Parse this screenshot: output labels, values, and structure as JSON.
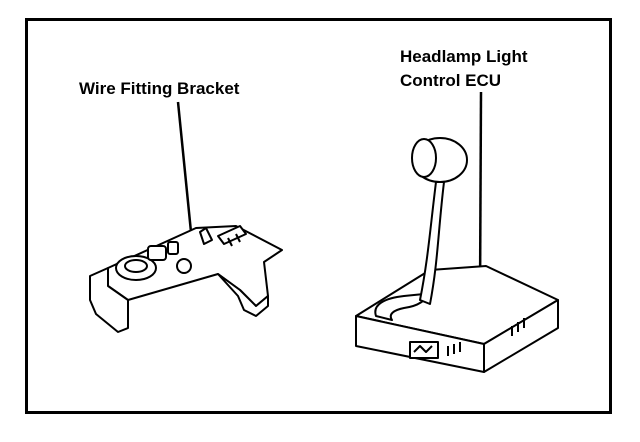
{
  "labels": {
    "bracket": "Wire Fitting Bracket",
    "ecu_line1": "Headlamp Light",
    "ecu_line2": "Control ECU"
  }
}
